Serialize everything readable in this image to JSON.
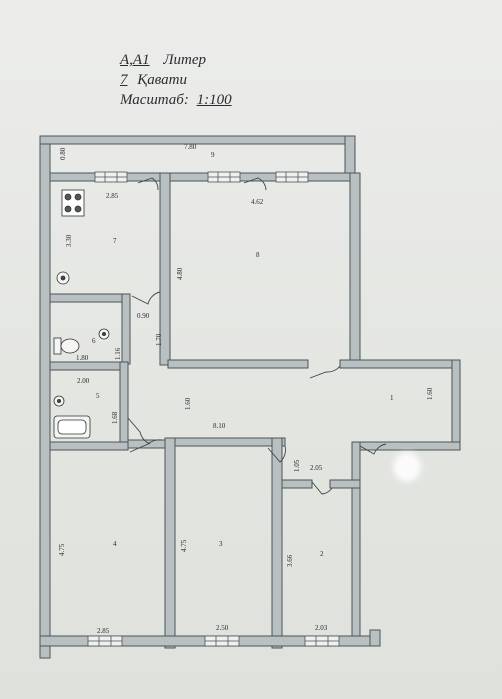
{
  "header": {
    "litera_code": "A,A1",
    "litera_word": "Литер",
    "floor_number": "7",
    "floor_word": "Қавати",
    "scale_word": "Масштаб:",
    "scale_value": "1:100"
  },
  "rooms": [
    {
      "number": "1"
    },
    {
      "number": "2"
    },
    {
      "number": "3"
    },
    {
      "number": "4"
    },
    {
      "number": "5"
    },
    {
      "number": "6"
    },
    {
      "number": "7"
    },
    {
      "number": "8"
    },
    {
      "number": "9"
    }
  ],
  "dimensions": {
    "balcony_length": "7.80",
    "balcony_width": "0.80",
    "kitchen_width": "2.85",
    "kitchen_depth": "3.30",
    "room8_width": "4.62",
    "room8_depth": "4.80",
    "corridor_small": "0.90",
    "corridor_depth": "1.70",
    "wc_width": "1.80",
    "wc_depth": "1.16",
    "bath_width": "2.00",
    "bath_depth": "1.68",
    "hall_depth_left": "1.60",
    "hall_length": "8.10",
    "hall_depth_right": "1.60",
    "closet_depth": "1.05",
    "closet_width": "2.05",
    "room4_depth": "4.75",
    "room4_width": "2.85",
    "room3_depth": "4.75",
    "room3_width": "2.50",
    "room2_depth": "3.66",
    "room2_width": "2.03"
  },
  "colors": {
    "wall_fill": "#b8c0c2",
    "wall_stroke": "#4d5356",
    "paper": "#e6e7e3"
  }
}
